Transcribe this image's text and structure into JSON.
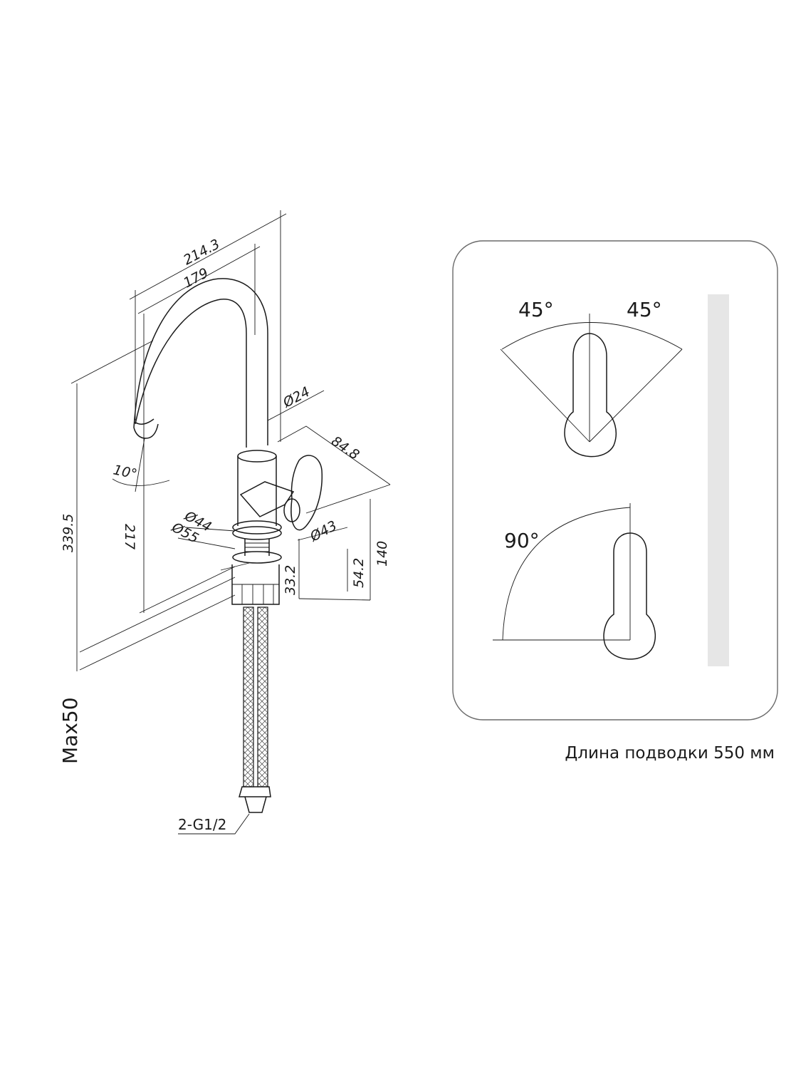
{
  "dimensions": {
    "overall_reach": "214.3",
    "spout_reach": "179",
    "spout_diameter": "Ø24",
    "handle_length": "84.8",
    "spout_angle": "10°",
    "total_height": "339.5",
    "spout_height": "217",
    "base_diameter_inner": "Ø44",
    "base_diameter_outer": "Ø55",
    "body_diameter": "Ø43",
    "body_height": "140",
    "lever_height": "54.2",
    "base_height": "33.2",
    "max_countertop": "Max50",
    "hose_connection": "2-G1/2"
  },
  "handle_panel": {
    "left_angle": "45°",
    "right_angle": "45°",
    "rotation_angle": "90°",
    "bar_color": "#e6e6e6",
    "border_color": "#6a6a6a"
  },
  "caption": "Длина подводки 550 мм"
}
